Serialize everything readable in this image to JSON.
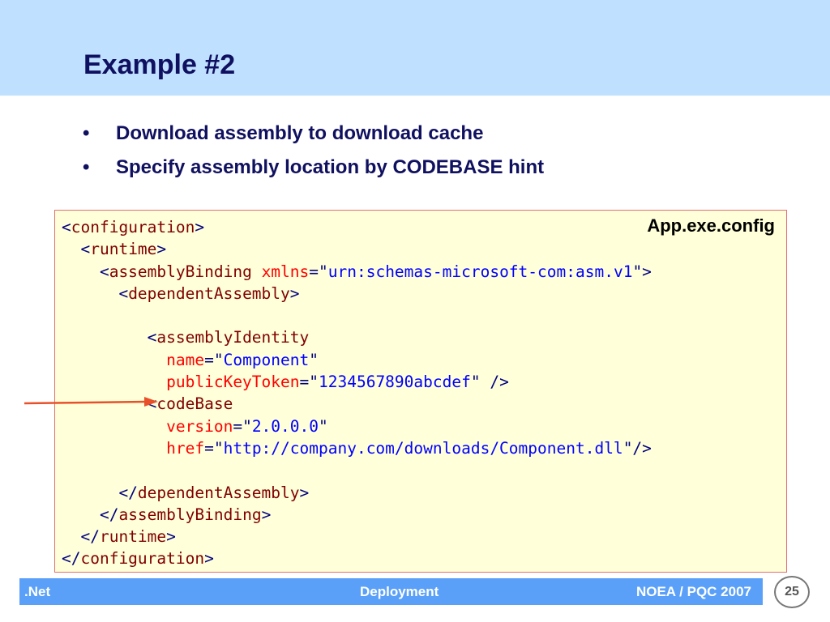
{
  "slide": {
    "title": "Example #2",
    "bullets": [
      "Download assembly to download cache",
      "Specify assembly location by CODEBASE hint"
    ],
    "bullet_symbol": "•"
  },
  "code_box": {
    "file_label": "App.exe.config",
    "lines": [
      [
        {
          "c": "t",
          "s": "<"
        },
        {
          "c": "e",
          "s": "configuration"
        },
        {
          "c": "t",
          "s": ">"
        }
      ],
      [
        {
          "c": "t",
          "s": "  <"
        },
        {
          "c": "e",
          "s": "runtime"
        },
        {
          "c": "t",
          "s": ">"
        }
      ],
      [
        {
          "c": "t",
          "s": "    <"
        },
        {
          "c": "e",
          "s": "assemblyBinding"
        },
        {
          "c": "t",
          "s": " "
        },
        {
          "c": "a",
          "s": "xmlns"
        },
        {
          "c": "t",
          "s": "=\""
        },
        {
          "c": "v",
          "s": "urn:schemas-microsoft-com:asm.v1"
        },
        {
          "c": "t",
          "s": "\">"
        }
      ],
      [
        {
          "c": "t",
          "s": "      <"
        },
        {
          "c": "e",
          "s": "dependentAssembly"
        },
        {
          "c": "t",
          "s": ">"
        }
      ],
      [],
      [
        {
          "c": "t",
          "s": "         <"
        },
        {
          "c": "e",
          "s": "assemblyIdentity"
        }
      ],
      [
        {
          "c": "t",
          "s": "           "
        },
        {
          "c": "a",
          "s": "name"
        },
        {
          "c": "t",
          "s": "=\""
        },
        {
          "c": "v",
          "s": "Component"
        },
        {
          "c": "t",
          "s": "\""
        }
      ],
      [
        {
          "c": "t",
          "s": "           "
        },
        {
          "c": "a",
          "s": "publicKeyToken"
        },
        {
          "c": "t",
          "s": "=\""
        },
        {
          "c": "v",
          "s": "1234567890abcdef"
        },
        {
          "c": "t",
          "s": "\" />"
        }
      ],
      [
        {
          "c": "t",
          "s": "         <"
        },
        {
          "c": "e",
          "s": "codeBase"
        }
      ],
      [
        {
          "c": "t",
          "s": "           "
        },
        {
          "c": "a",
          "s": "version"
        },
        {
          "c": "t",
          "s": "=\""
        },
        {
          "c": "v",
          "s": "2.0.0.0"
        },
        {
          "c": "t",
          "s": "\""
        }
      ],
      [
        {
          "c": "t",
          "s": "           "
        },
        {
          "c": "a",
          "s": "href"
        },
        {
          "c": "t",
          "s": "=\""
        },
        {
          "c": "v",
          "s": "http://company.com/downloads/Component.dll"
        },
        {
          "c": "t",
          "s": "\"/>"
        }
      ],
      [],
      [
        {
          "c": "t",
          "s": "      </"
        },
        {
          "c": "e",
          "s": "dependentAssembly"
        },
        {
          "c": "t",
          "s": ">"
        }
      ],
      [
        {
          "c": "t",
          "s": "    </"
        },
        {
          "c": "e",
          "s": "assemblyBinding"
        },
        {
          "c": "t",
          "s": ">"
        }
      ],
      [
        {
          "c": "t",
          "s": "  </"
        },
        {
          "c": "e",
          "s": "runtime"
        },
        {
          "c": "t",
          "s": ">"
        }
      ],
      [
        {
          "c": "t",
          "s": "</"
        },
        {
          "c": "e",
          "s": "configuration"
        },
        {
          "c": "t",
          "s": ">"
        }
      ]
    ]
  },
  "footer": {
    "left": ".Net",
    "center": "Deployment",
    "right": "NOEA / PQC 2007",
    "page_number": "25"
  },
  "colors": {
    "header_bg": "#bfe0ff",
    "title_text": "#101060",
    "code_bg": "#ffffd9",
    "code_border": "#e36f6f",
    "arrow": "#e8502a",
    "footer_bg": "#5aa0f8"
  }
}
